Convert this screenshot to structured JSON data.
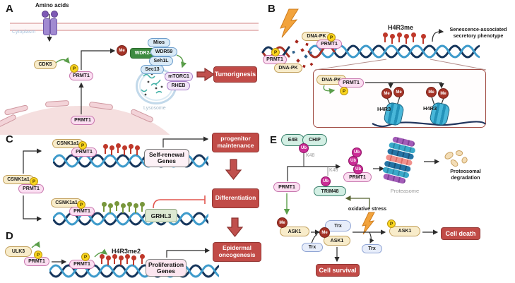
{
  "molecules": {
    "prmt1": "PRMT1",
    "p": "P",
    "me": "Me",
    "ub": "Ub",
    "cdk5": "CDK5",
    "dna_pk": "DNA-PK",
    "csnk1a1": "CSNK1a1",
    "ulk3": "ULK3",
    "ask1": "ASK1",
    "trx": "Trx",
    "e4b": "E4B",
    "chip": "CHIP",
    "trim48": "TRIM48",
    "grhl3": "GRHL3",
    "mios": "Mios",
    "wdr59": "WDR59",
    "seh1l": "Seh1L",
    "sec13": "Sec13",
    "wdr24": "WDR24",
    "mtorc1": "mTORC1",
    "rheb": "RHEB",
    "k48": "K48"
  },
  "panel_a": {
    "label": "A",
    "amino_acids": "Amino acids",
    "cytoplasm": "Cytoplasm",
    "lysosome_label": "Lysosome",
    "outcome": "Tumorignesis"
  },
  "panel_b": {
    "label": "B",
    "h4r3me": "H4R3me",
    "h4r3": "H4R3",
    "sasp": "Senescence-associated secretory phenotype"
  },
  "panel_c": {
    "label": "C",
    "self_renewal_genes": "Self-renewal Genes",
    "progenitor_maintenance": "progenitor maintenance",
    "differentiation": "Differentiation"
  },
  "panel_d": {
    "label": "D",
    "h4r3me2": "H4R3me2",
    "proliferation_genes": "Proliferation Genes",
    "epidermal_oncogenesis": "Epidermal oncogenesis"
  },
  "panel_e": {
    "label": "E",
    "proteasome_label": "Proteasome",
    "degradation": "Proteosomal degradation",
    "oxidative_stress": "oxidative stress",
    "cell_survival": "Cell survival",
    "cell_death": "Cell death"
  },
  "colors": {
    "red_box": "#c14b47",
    "pink_molecule": "#fbdef1",
    "tan_molecule": "#f8ecca",
    "teal_molecule": "#d3efe4",
    "phospho_yellow": "#f9d51e",
    "methyl_red": "#a43327",
    "ubiquitin_magenta": "#cb2d96",
    "dna_dark": "#16365c",
    "dna_light": "#3e9bcb",
    "green_arrow": "#5a9e4a",
    "membrane_pink": "#e8bfbf"
  }
}
